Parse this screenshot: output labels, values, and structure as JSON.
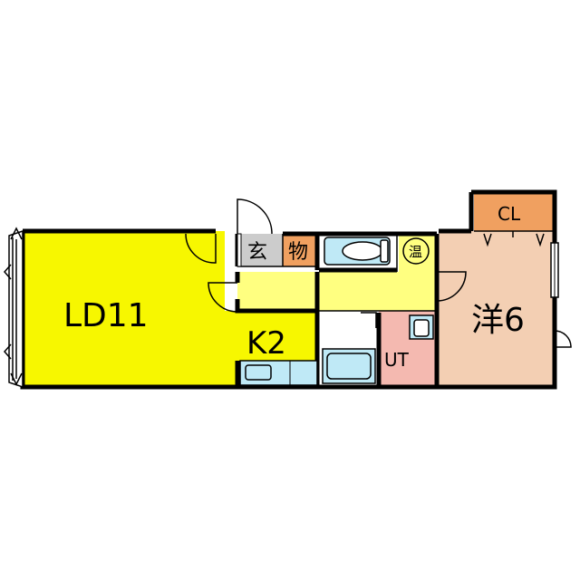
{
  "rooms": {
    "ld": {
      "label": "LD11",
      "color": "#f7f700"
    },
    "k": {
      "label": "K2",
      "color": "#f7f700"
    },
    "genkan": {
      "label": "玄",
      "color": "#cccccc"
    },
    "storage": {
      "label": "物",
      "color": "#f0a060"
    },
    "hall": {
      "label": "",
      "color": "#ffff80"
    },
    "water_heater": {
      "label": "温",
      "color": "#ffff80"
    },
    "ut": {
      "label": "UT",
      "color": "#f4b9b0"
    },
    "western": {
      "label": "洋6",
      "color": "#f3cfb3"
    },
    "closet": {
      "label": "CL",
      "color": "#f0a060"
    }
  },
  "fixture_color": "#bfe9f6"
}
